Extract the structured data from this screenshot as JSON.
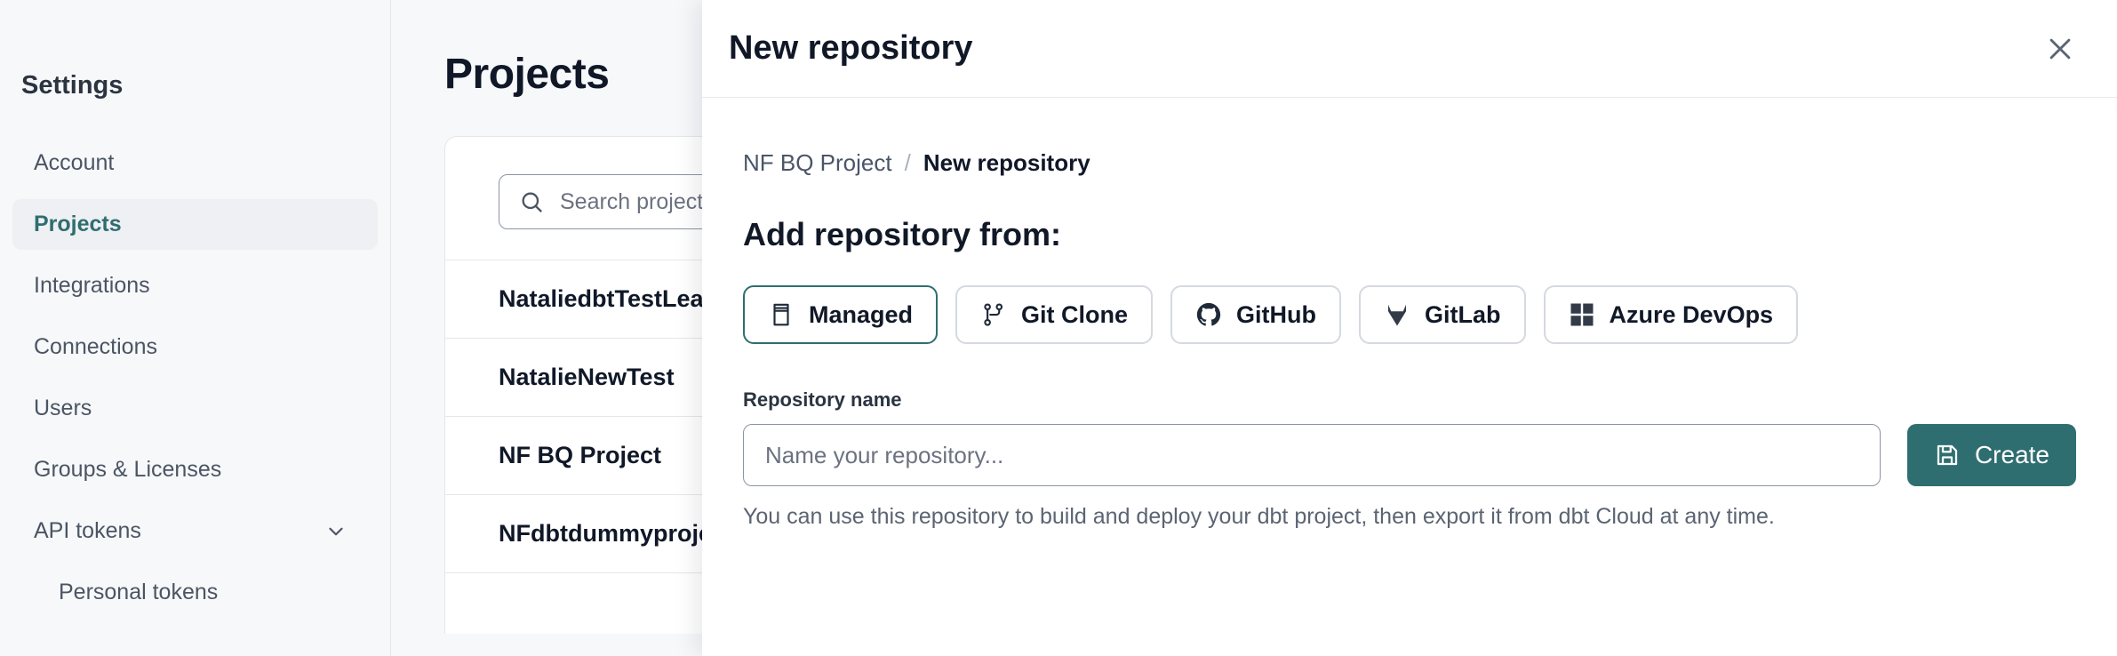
{
  "theme": {
    "accent": "#2f6e70",
    "text": "#101828",
    "muted": "#5b6472",
    "border": "#e4e7eb",
    "page_bg": "#f7f8fa"
  },
  "sidebar": {
    "title": "Settings",
    "items": [
      {
        "label": "Account",
        "active": false,
        "sub": false,
        "chevron": false
      },
      {
        "label": "Projects",
        "active": true,
        "sub": false,
        "chevron": false
      },
      {
        "label": "Integrations",
        "active": false,
        "sub": false,
        "chevron": false
      },
      {
        "label": "Connections",
        "active": false,
        "sub": false,
        "chevron": false
      },
      {
        "label": "Users",
        "active": false,
        "sub": false,
        "chevron": false
      },
      {
        "label": "Groups & Licenses",
        "active": false,
        "sub": false,
        "chevron": false
      },
      {
        "label": "API tokens",
        "active": false,
        "sub": false,
        "chevron": true,
        "chevron_icon": "chevron-down-icon"
      },
      {
        "label": "Personal tokens",
        "active": false,
        "sub": true,
        "chevron": false
      }
    ]
  },
  "main": {
    "page_title": "Projects",
    "search": {
      "icon": "search-icon",
      "placeholder": "Search projects by na"
    },
    "projects": [
      {
        "name": "NataliedbtTestLearn T"
      },
      {
        "name": "NatalieNewTest"
      },
      {
        "name": "NF BQ Project"
      },
      {
        "name": "NFdbtdummyproject"
      }
    ]
  },
  "modal": {
    "title": "New repository",
    "close_icon": "close-icon",
    "breadcrumb": {
      "parent": "NF BQ Project",
      "separator": "/",
      "current": "New repository"
    },
    "section_title": "Add repository from:",
    "sources": [
      {
        "label": "Managed",
        "icon": "book-icon",
        "selected": true
      },
      {
        "label": "Git Clone",
        "icon": "git-branch-icon",
        "selected": false
      },
      {
        "label": "GitHub",
        "icon": "github-icon",
        "selected": false
      },
      {
        "label": "GitLab",
        "icon": "gitlab-icon",
        "selected": false
      },
      {
        "label": "Azure DevOps",
        "icon": "azure-devops-icon",
        "selected": false
      }
    ],
    "repo_name": {
      "label": "Repository name",
      "placeholder": "Name your repository...",
      "value": ""
    },
    "create_button": {
      "label": "Create",
      "icon": "save-icon"
    },
    "helper_text": "You can use this repository to build and deploy your dbt project, then export it from dbt Cloud at any time."
  }
}
